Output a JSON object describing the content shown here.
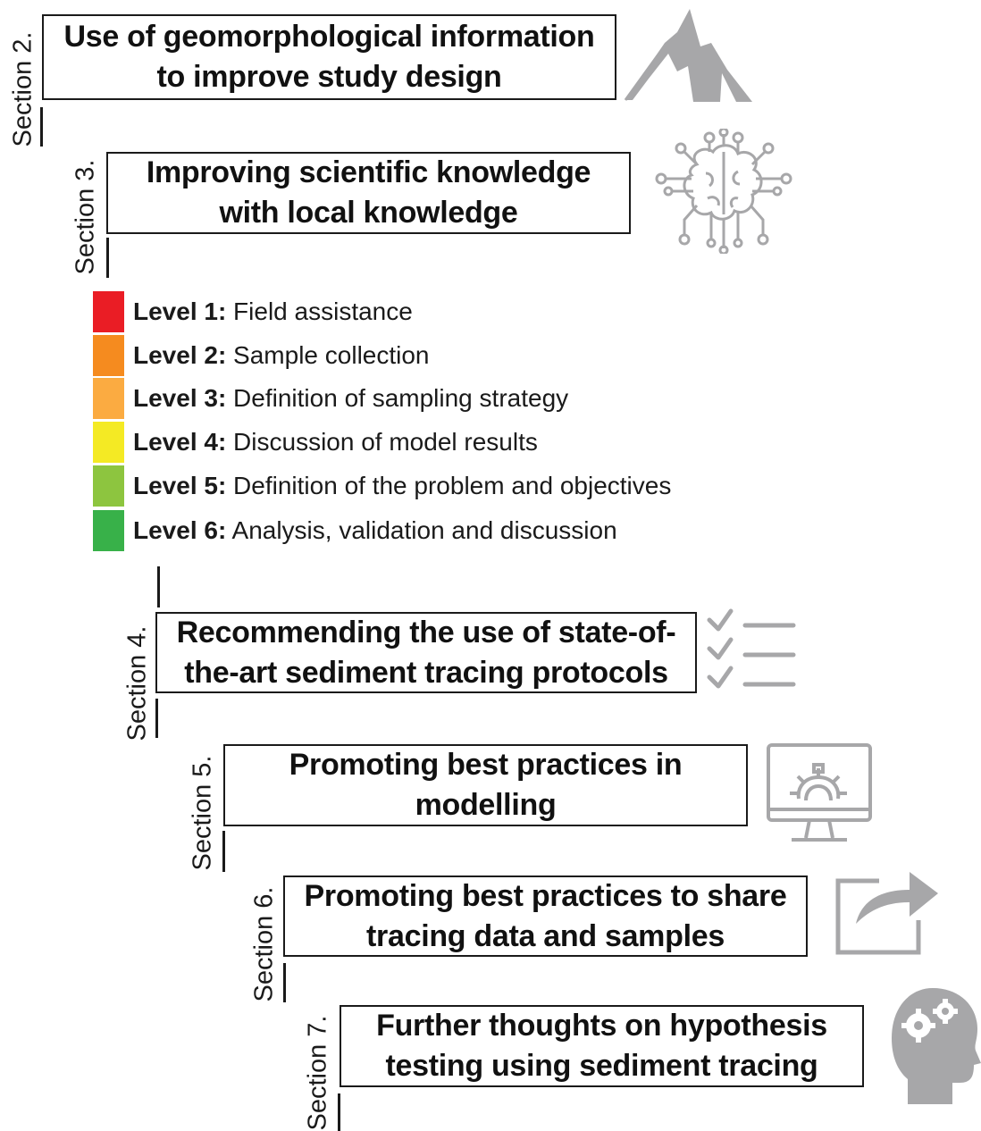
{
  "sections": [
    {
      "label": "Section 2.",
      "title": "Use of geomorphological  information\nto improve study design",
      "icon": "mountain-icon"
    },
    {
      "label": "Section 3.",
      "title": "Improving scientific knowledge\nwith local knowledge",
      "icon": "brain-circuit-icon"
    },
    {
      "label": "Section 4.",
      "title": "Recommending the use of state-of-\nthe-art sediment tracing protocols",
      "icon": "checklist-icon"
    },
    {
      "label": "Section 5.",
      "title": "Promoting best practices in\nmodelling",
      "icon": "monitor-gear-icon"
    },
    {
      "label": "Section 6.",
      "title": "Promoting best practices to share\ntracing data and samples",
      "icon": "share-arrow-icon"
    },
    {
      "label": "Section 7.",
      "title": "Further thoughts on hypothesis\ntesting using sediment tracing",
      "icon": "head-gears-icon"
    }
  ],
  "levels": [
    {
      "name": "Level 1:",
      "desc": " Field assistance",
      "color": "#ea1d25"
    },
    {
      "name": "Level 2:",
      "desc": " Sample collection",
      "color": "#f58b1f"
    },
    {
      "name": "Level 3:",
      "desc": " Definition of sampling strategy",
      "color": "#fbab41"
    },
    {
      "name": "Level 4:",
      "desc": " Discussion of model results",
      "color": "#f4ea24"
    },
    {
      "name": "Level 5:",
      "desc": " Definition of the problem and objectives",
      "color": "#8dc53f"
    },
    {
      "name": "Level 6:",
      "desc": " Analysis, validation and discussion",
      "color": "#38b149"
    }
  ],
  "colors": {
    "icon_gray": "#a7a7a9",
    "stroke": "#1a1a1a"
  }
}
